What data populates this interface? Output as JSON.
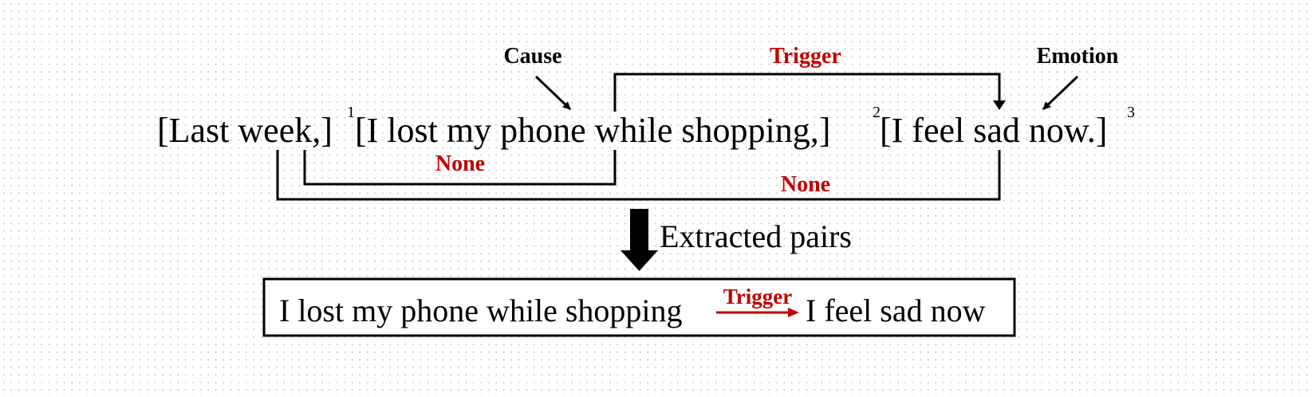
{
  "sentence": {
    "clauses": [
      {
        "text": "[Last week,]",
        "index": "1"
      },
      {
        "text": "[I lost my phone while shopping,]",
        "index": "2"
      },
      {
        "text": "[I feel sad now.]",
        "index": "3"
      }
    ]
  },
  "annotations": {
    "cause": "Cause",
    "emotion": "Emotion",
    "trigger": "Trigger",
    "none_inner": "None",
    "none_outer": "None"
  },
  "extraction": {
    "label": "Extracted pairs"
  },
  "result": {
    "cause_text": "I lost my phone while shopping",
    "relation": "Trigger",
    "emotion_text": "I feel sad now"
  },
  "colors": {
    "relation_red": "#c00000",
    "ink": "#000000"
  }
}
